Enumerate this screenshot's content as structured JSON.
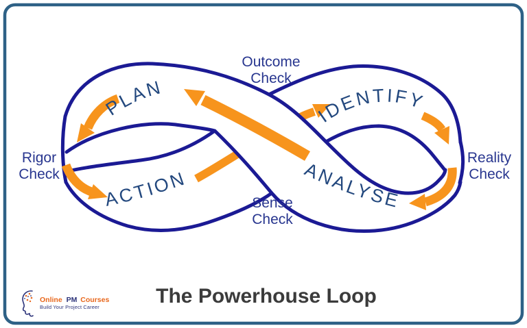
{
  "title": "The Powerhouse Loop",
  "diagram": {
    "stage_plan": "PLAN",
    "stage_identify": "IDENTIFY",
    "stage_analyse": "ANALYSE",
    "stage_action": "ACTION",
    "check_outcome_1": "Outcome",
    "check_outcome_2": "Check",
    "check_rigor_1": "Rigor",
    "check_rigor_2": "Check",
    "check_reality_1": "Reality",
    "check_reality_2": "Check",
    "check_sense_1": "Sense",
    "check_sense_2": "Check",
    "colors": {
      "ribbon": "#1b1a94",
      "arrow": "#f7941d",
      "stage_text": "#23487e",
      "check_text": "#28368f",
      "border": "#2e6186",
      "title": "#3b3b3b",
      "logo_orange": "#e8671c",
      "logo_navy": "#2b3279"
    }
  },
  "logo": {
    "online": "Online",
    "pm": "PM",
    "courses": "Courses",
    "tagline": "Build Your Project Career"
  }
}
